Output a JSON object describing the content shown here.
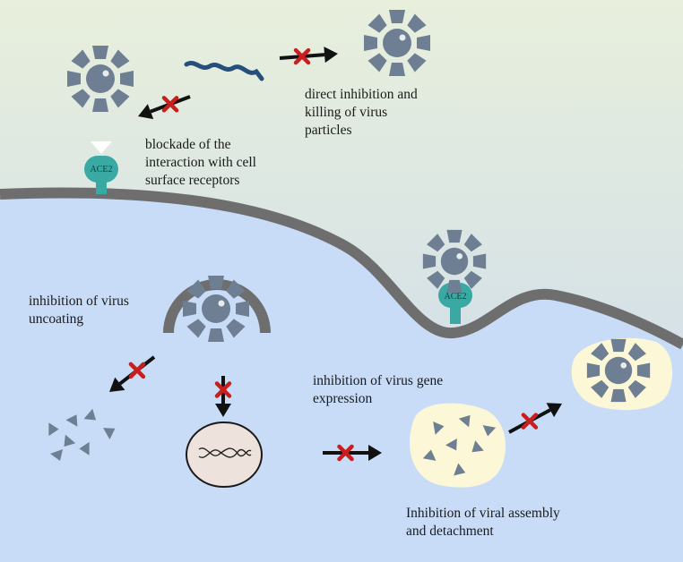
{
  "labels": {
    "blockade": [
      "blockade of the",
      "interaction with cell",
      "surface receptors"
    ],
    "direct_inhibition": [
      "direct inhibition and",
      "killing of virus",
      "particles"
    ],
    "uncoating": [
      "inhibition of virus",
      "uncoating"
    ],
    "gene_expression": [
      "inhibition of virus gene",
      "expression"
    ],
    "assembly": [
      "Inhibition of viral assembly",
      "and detachment"
    ]
  },
  "receptor": {
    "name": "ACE2"
  },
  "colors": {
    "outside_top": "#e8efdc",
    "outside_bottom": "#c9d8ee",
    "cell_interior": "#c8dcf7",
    "membrane": "#6e6e6e",
    "virus": "#6f7f93",
    "ace2": "#3aa9a3",
    "antiviral_strand": "#274f7c",
    "vesicle": "#fcf8d7",
    "nucleus": "#eee2dc",
    "block_mark": "#c81e1e",
    "arrow": "#111111"
  }
}
